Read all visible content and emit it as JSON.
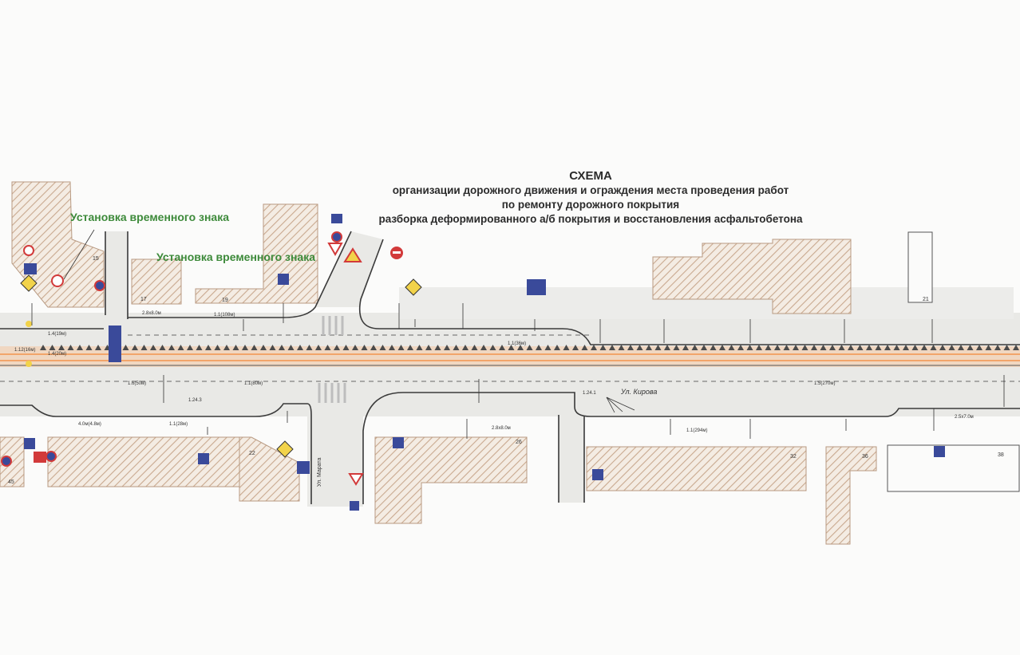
{
  "title": {
    "line1": "СХЕМА",
    "line2": "организации дорожного движения и ограждения места проведения работ",
    "line3": "по ремонту дорожного покрытия",
    "line4": "разборка деформированного а/б покрытия и восстановления асфальтобетона"
  },
  "notes": {
    "temp_sign_1": "Установка временного знака",
    "temp_sign_2": "Установка временного знака"
  },
  "streets": {
    "main": "Ул. Кирова",
    "side": "Ул. Марата"
  },
  "buildings": {
    "b15": "15",
    "b17": "17",
    "b19": "19",
    "b21": "21",
    "b22": "22",
    "b26": "26",
    "b32": "32",
    "b36": "36",
    "b38": "38",
    "b45": "45"
  },
  "markings": {
    "m1": "1.4(19м)",
    "m2": "2.8х8.0м",
    "m3": "1.1(108м)",
    "m4": "1.12(16м)",
    "m5": "1.6(50м)",
    "m6": "1.24.3",
    "m7": "1.1(80м)",
    "m8": "1.1(28м)",
    "m9": "4.0м(4.8м)",
    "m10": "1.5(270м)",
    "m11": "1.24.1",
    "m12": "1.1(294м)",
    "m13": "2.8х8.0м",
    "m14": "2.5х7.0м",
    "m15": "1.1(36м)",
    "m16": "1.4(20м)"
  },
  "colors": {
    "road": "#e9e9e6",
    "kerb": "#3a3a3a",
    "building_hatch": "#c9a98f",
    "work_zone": "#f2b27a",
    "fence_cone": "#4a4a4a",
    "sign_blue": "#3a4a9a",
    "sign_red": "#d23a3a",
    "sign_yellow": "#f2d34a",
    "note_green": "#3d8a3a"
  }
}
